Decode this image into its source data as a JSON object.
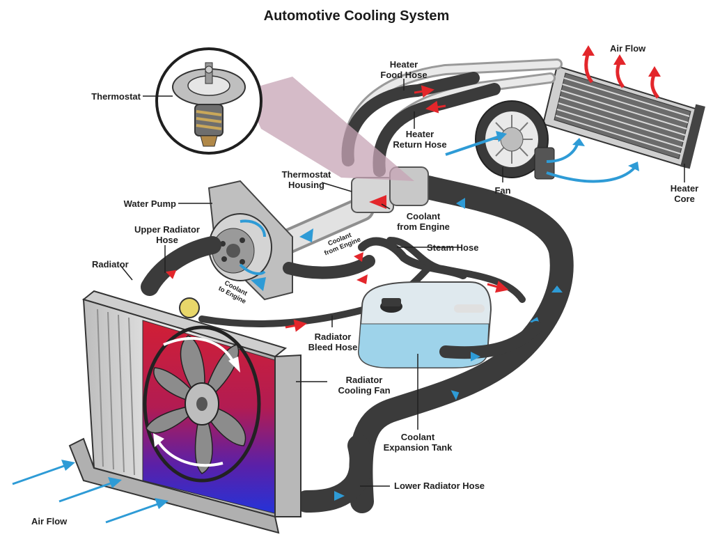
{
  "title": "Automotive Cooling System",
  "labels": {
    "thermostat": "Thermostat",
    "heater_food_hose": [
      "Heater",
      "Food Hose"
    ],
    "heater_return_hose": [
      "Heater",
      "Return Hose"
    ],
    "air_flow_top": "Air Flow",
    "thermostat_housing": [
      "Thermostat",
      "Housing"
    ],
    "fan": "Fan",
    "heater_core": [
      "Heater",
      "Core"
    ],
    "water_pump": "Water Pump",
    "coolant_from_engine": [
      "Coolant",
      "from Engine"
    ],
    "upper_radiator_hose": [
      "Upper Radiator",
      "Hose"
    ],
    "coolant_from_engine_small": [
      "Coolant",
      "from Engine"
    ],
    "steam_hose": "Steam Hose",
    "radiator": "Radiator",
    "coolant_to_engine_small": [
      "Coolant",
      "to Engine"
    ],
    "radiator_bleed_hose": [
      "Radiator",
      "Bleed Hose"
    ],
    "radiator_cooling_fan": [
      "Radiator",
      "Cooling Fan"
    ],
    "coolant_expansion_tank": [
      "Coolant",
      "Expansion Tank"
    ],
    "lower_radiator_hose": "Lower Radiator Hose",
    "air_flow_bottom": "Air Flow"
  },
  "colors": {
    "hose": "#3b3b3b",
    "hot_arrow": "#e3262b",
    "cold_arrow": "#2e9bd6",
    "radiator_hot": "#d11f35",
    "radiator_cold": "#2433d9",
    "tank": "#9ed3ea"
  }
}
